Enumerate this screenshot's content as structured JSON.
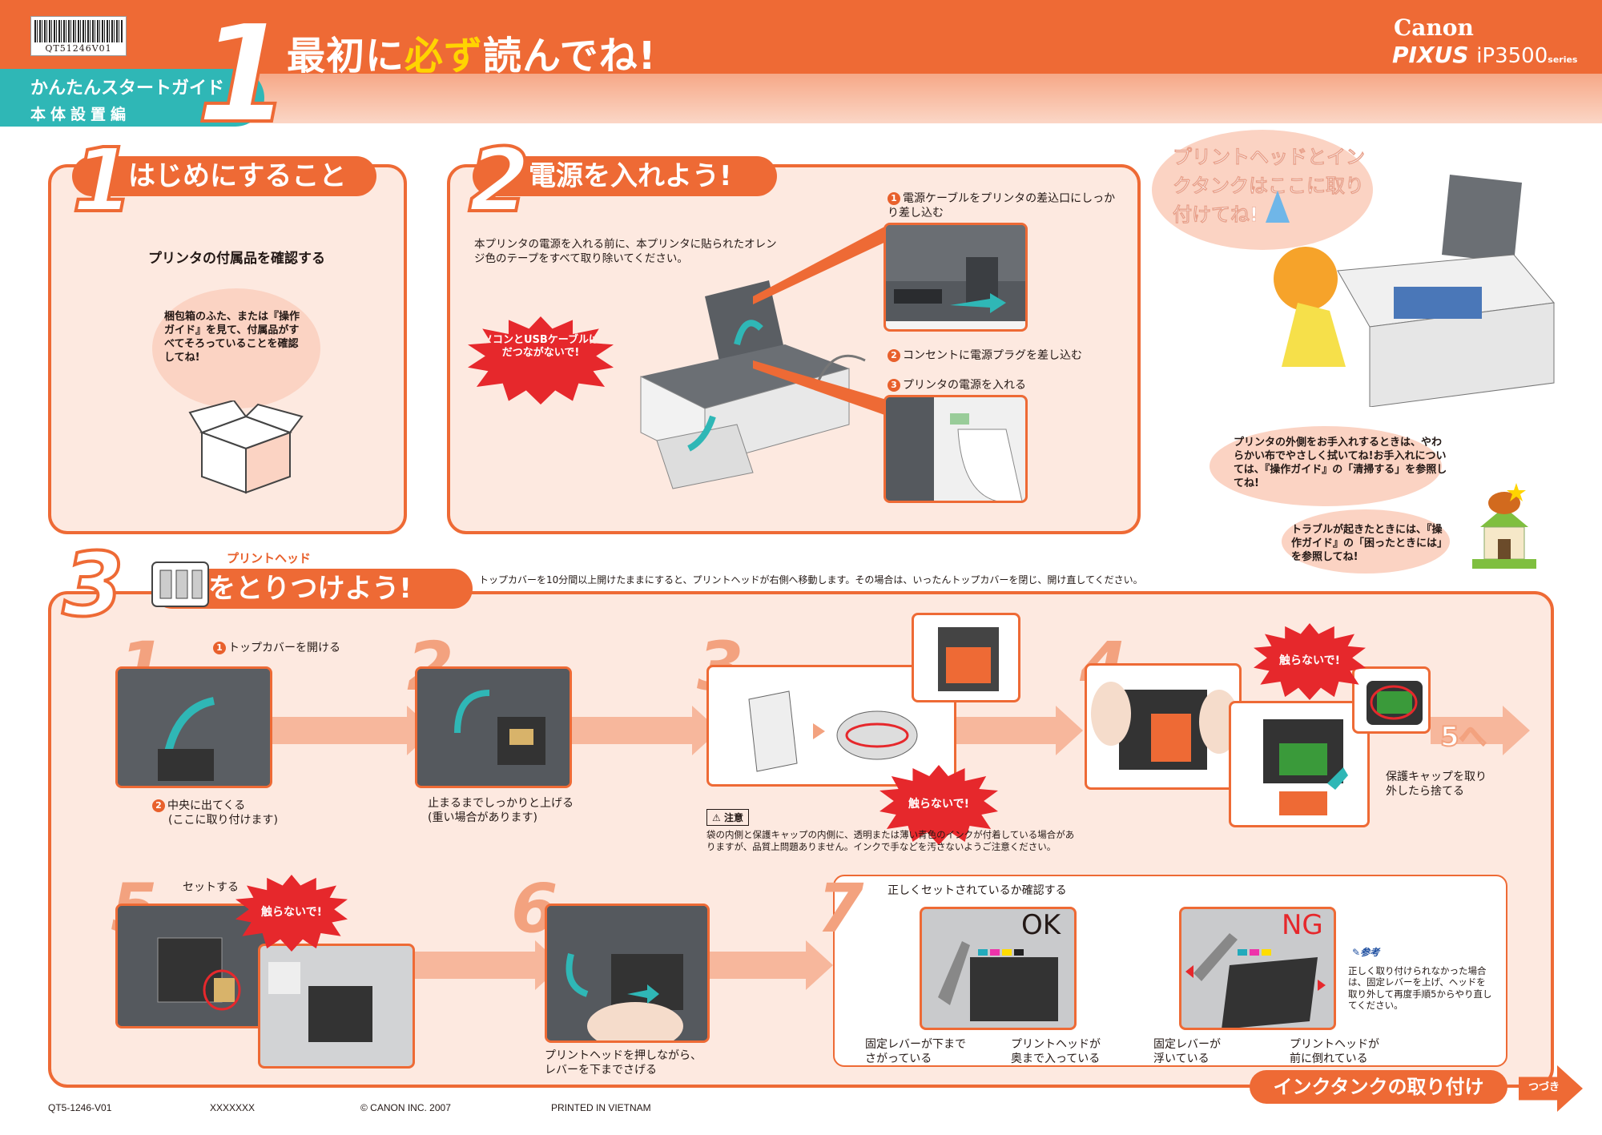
{
  "header": {
    "barcode_text": "QT51246V01",
    "guide_title": "かんたんスタートガイド",
    "guide_subtitle": "本体設置編",
    "big_number": "1",
    "title_part1": "最初に",
    "title_highlight": "必ず",
    "title_part2": "読んでね!",
    "brand": "Canon",
    "product_line": "PIXUS",
    "product_model": "iP3500",
    "product_series": "series"
  },
  "section1": {
    "number": "1",
    "title": "はじめにすること",
    "heading": "プリンタの付属品を確認する",
    "bubble": "梱包箱のふた、または『操作ガイド』を見て、付属品がすべてそろっていることを確認してね!"
  },
  "section2": {
    "number": "2",
    "title": "電源を入れよう!",
    "intro": "本プリンタの電源を入れる前に、本プリンタに貼られたオレンジ色のテープをすべて取り除いてください。",
    "burst": "パソコンとUSBケーブルはまだつながないで!",
    "steps": [
      {
        "num": "1",
        "text": "電源ケーブルをプリンタの差込口にしっかり差し込む"
      },
      {
        "num": "2",
        "text": "コンセントに電源プラグを差し込む"
      },
      {
        "num": "3",
        "text": "プリンタの電源を入れる"
      }
    ]
  },
  "side": {
    "bubble_head": "プリントヘッドとインクタンクはここに取り付けてね!",
    "bubble_care": "プリンタの外側をお手入れするときは、やわらかい布でやさしく拭いてね!お手入れについては、『操作ガイド』の「清掃する」を参照してね!",
    "bubble_trouble": "トラブルが起きたときには、『操作ガイド』の「困ったときには」を参照してね!"
  },
  "section3": {
    "number": "3",
    "ruby": "プリントヘッド",
    "title": "をとりつけよう!",
    "note": "トップカバーを10分間以上開けたままにすると、プリントヘッドが右側へ移動します。その場合は、いったんトップカバーを閉じ、開け直してください。",
    "step_numbers": [
      "1",
      "2",
      "3",
      "4",
      "5",
      "6",
      "7"
    ],
    "label_open": "トップカバーを開ける",
    "label_center_1": "中央に出てくる",
    "label_center_2": "(ここに取り付けます)",
    "label_lift_1": "止まるまでしっかりと上げる",
    "label_lift_2": "(重い場合があります)",
    "burst_no_touch": "触らないで!",
    "caution_badge": "注意",
    "caution_text": "袋の内側と保護キャップの内側に、透明または薄い青色のインクが付着している場合がありますが、品質上問題ありません。インクで手などを汚さないようご注意ください。",
    "label_cap_1": "保護キャップを取り",
    "label_cap_2": "外したら捨てる",
    "next_step": "5へ",
    "label_set": "セットする",
    "label_push_1": "プリントヘッドを押しながら、",
    "label_push_2": "レバーを下までさげる",
    "label_confirm": "正しくセットされているか確認する",
    "ok": "OK",
    "ng": "NG",
    "ok_lever_1": "固定レバーが下まで",
    "ok_lever_2": "さがっている",
    "ok_head_1": "プリントヘッドが",
    "ok_head_2": "奥まで入っている",
    "ng_lever_1": "固定レバーが",
    "ng_lever_2": "浮いている",
    "ng_head_1": "プリントヘッドが",
    "ng_head_2": "前に倒れている",
    "ref_badge": "参考",
    "ref_text": "正しく取り付けられなかった場合は、固定レバーを上げ、ヘッドを取り外して再度手順5からやり直してください。"
  },
  "footer": {
    "next_section": "インクタンクの取り付け",
    "next_label": "つづき",
    "code": "QT5-1246-V01",
    "placeholder": "XXXXXXX",
    "copyright": "© CANON INC. 2007",
    "printed": "PRINTED IN VIETNAM"
  },
  "colors": {
    "brand_orange": "#ee6a35",
    "teal": "#2fb7b6",
    "highlight_yellow": "#ffd400",
    "warning_red": "#e6282c",
    "panel_bg": "#fde9e0"
  }
}
